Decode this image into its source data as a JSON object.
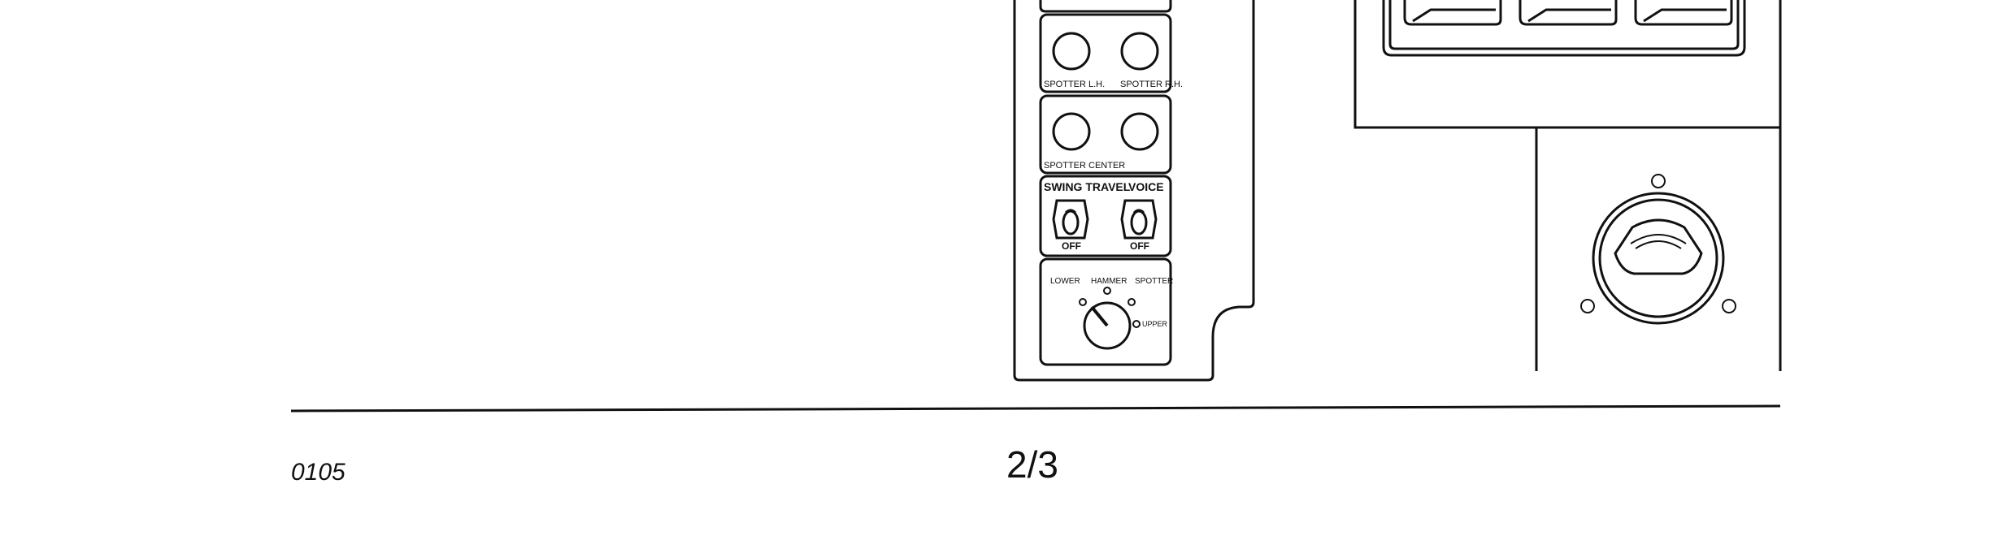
{
  "control_panel": {
    "spotter_buttons": [
      {
        "label": "SPOTTER L.H."
      },
      {
        "label": "SPOTTER R.H."
      }
    ],
    "spotter_center_label": "SPOTTER CENTER",
    "toggles": [
      {
        "title": "SWING TRAVEL",
        "state": "OFF"
      },
      {
        "title": "VOICE",
        "state": "OFF"
      }
    ],
    "selector": {
      "positions": [
        "LOWER",
        "HAMMER",
        "SPOTTER",
        "UPPER"
      ]
    }
  },
  "footer": {
    "doc_code": "0105",
    "page_number": "2/3"
  },
  "colors": {
    "line": "#111111",
    "background": "#ffffff"
  }
}
